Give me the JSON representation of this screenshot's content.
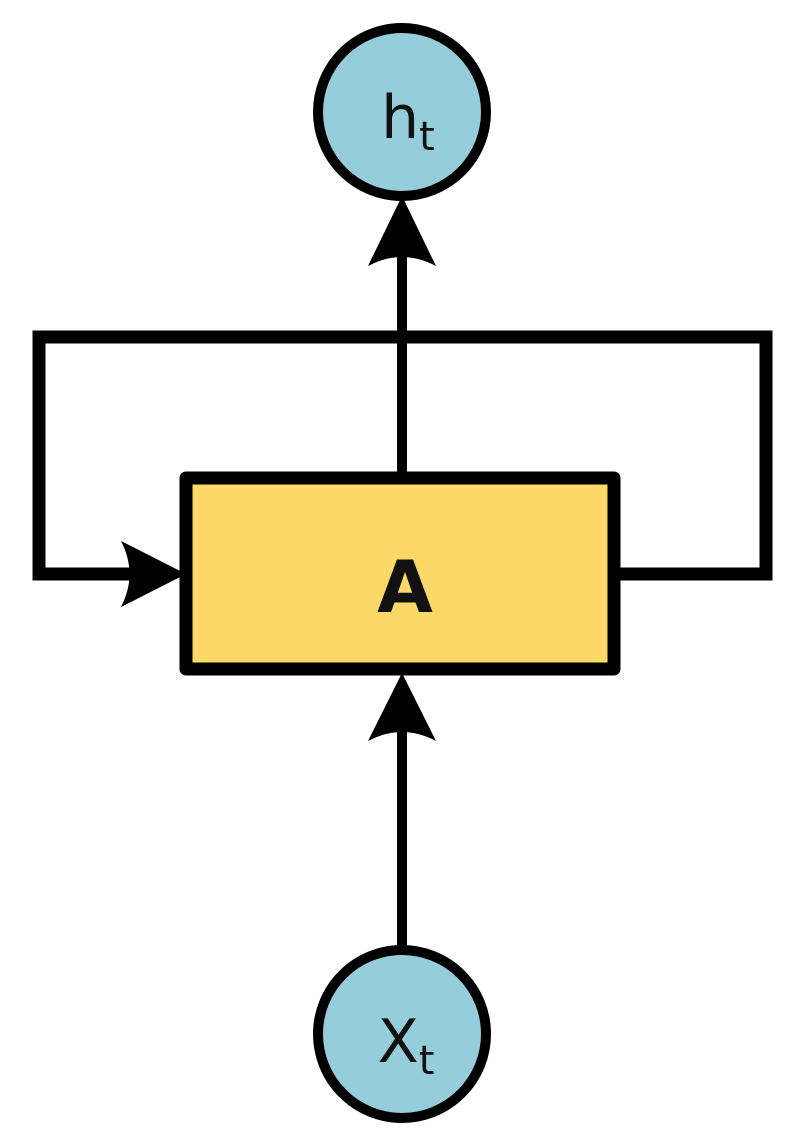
{
  "diagram": {
    "output_node": {
      "main": "h",
      "sub": "t"
    },
    "input_node": {
      "main": "X",
      "sub": "t"
    },
    "cell": {
      "label": "A"
    }
  },
  "colors": {
    "node_fill": "#96cddb",
    "cell_fill": "#fcd868",
    "stroke": "#000000",
    "background": "#ffffff"
  }
}
